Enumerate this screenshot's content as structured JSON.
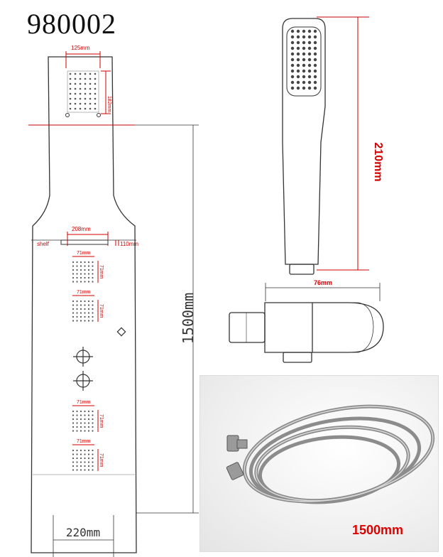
{
  "model_number": "980002",
  "panel": {
    "top_shower_width": "125mm",
    "top_shower_height": "182mm",
    "shelf_width": "208mm",
    "shelf_label": "shelf",
    "shelf_depth": "110mm",
    "jet_dims": [
      {
        "w": "71mm",
        "h": "71mm"
      },
      {
        "w": "71mm",
        "h": "71mm"
      },
      {
        "w": "71mm",
        "h": "71mm"
      },
      {
        "w": "71mm",
        "h": "71mm"
      }
    ],
    "total_height": "1500mm",
    "panel_width": "220mm"
  },
  "hand_shower": {
    "length": "210mm",
    "holder_width": "76mm"
  },
  "hose": {
    "length": "1500mm"
  },
  "colors": {
    "dimension": "#d00000",
    "outline": "#333333"
  }
}
